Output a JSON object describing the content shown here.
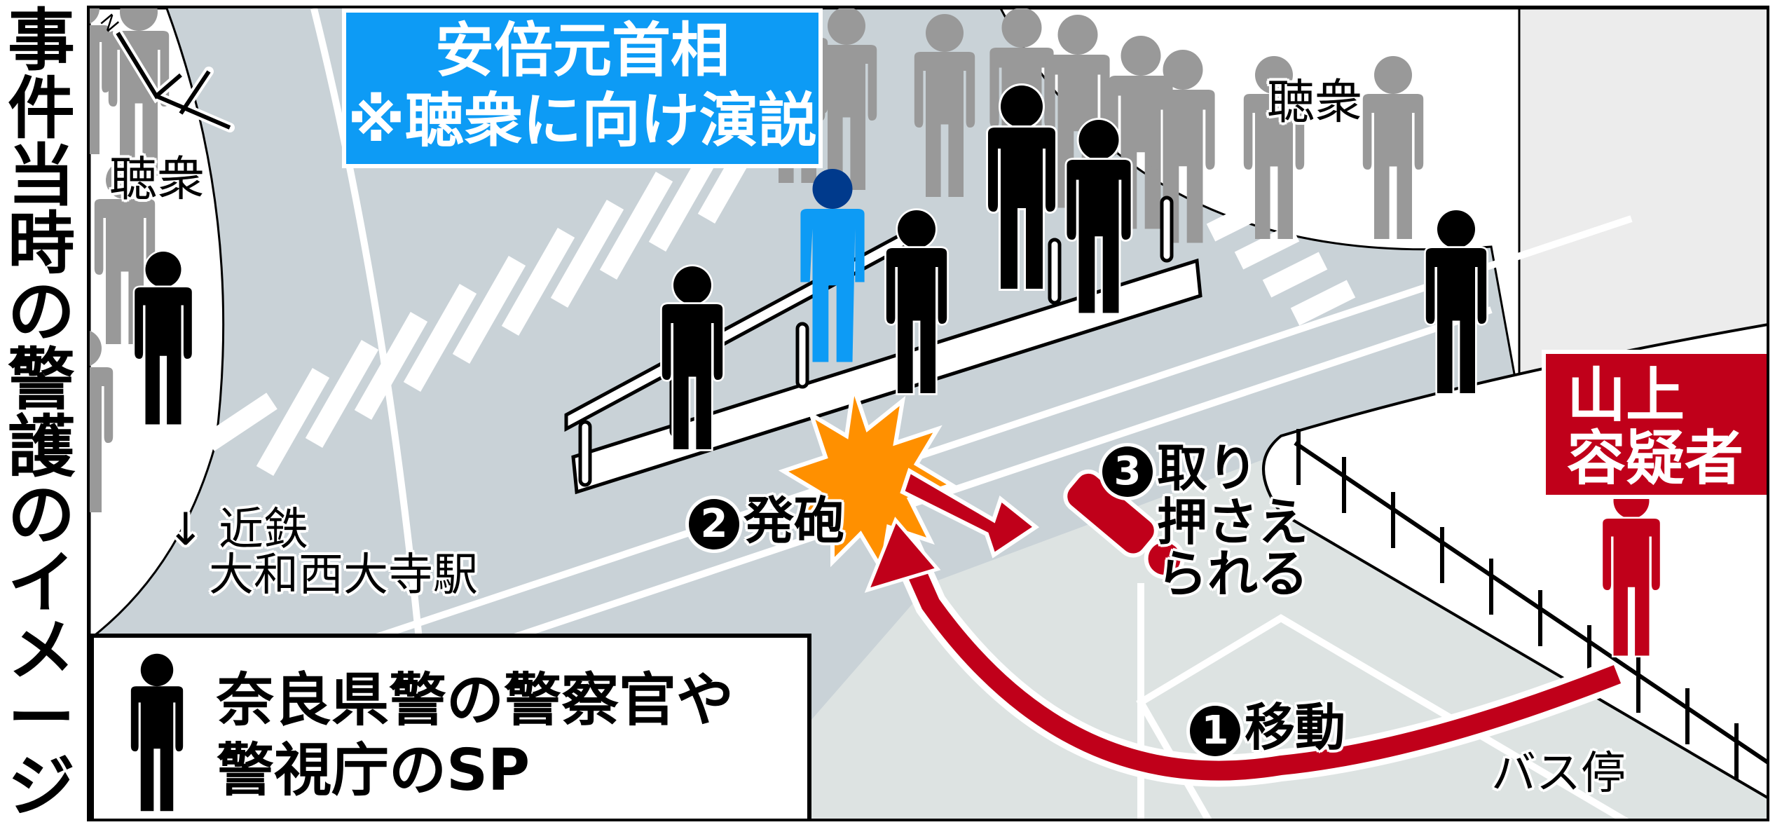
{
  "title": {
    "chars": [
      "事",
      "件",
      "当",
      "時",
      "の",
      "警",
      "護",
      "の",
      "イ",
      "メ",
      "ー",
      "ジ"
    ],
    "text": "事件当時の警護のイメージ"
  },
  "colors": {
    "road": "#c9d2d7",
    "road_light": "#dde3e2",
    "sidewalk": "#ffffff",
    "crowd": "#999999",
    "abe_blue": "#0d9bf5",
    "abe_dark": "#003a8c",
    "suspect_red": "#c0001a",
    "blast_orange": "#ff9000",
    "police_black": "#000000"
  },
  "callouts": {
    "abe": {
      "line1": "安倍元首相",
      "line2": "※聴衆に向け演説"
    },
    "suspect": {
      "line1": "山上",
      "line2": "容疑者"
    }
  },
  "labels": {
    "audience_left": "聴衆",
    "audience_top": "聴衆",
    "station_arrow": "↓",
    "station_line1": "近鉄",
    "station_line2": "大和西大寺駅",
    "bus_stop": "バス停"
  },
  "steps": [
    {
      "num": "1",
      "label": "移動"
    },
    {
      "num": "2",
      "label": "発砲"
    },
    {
      "num": "3",
      "label_lines": [
        "取り",
        "押さえ",
        "られる"
      ]
    }
  ],
  "legend": {
    "icon": "police-figure-icon",
    "line1": "奈良県警の警察官や",
    "line2": "警視庁のSP"
  },
  "compass": {
    "letter": "N"
  }
}
